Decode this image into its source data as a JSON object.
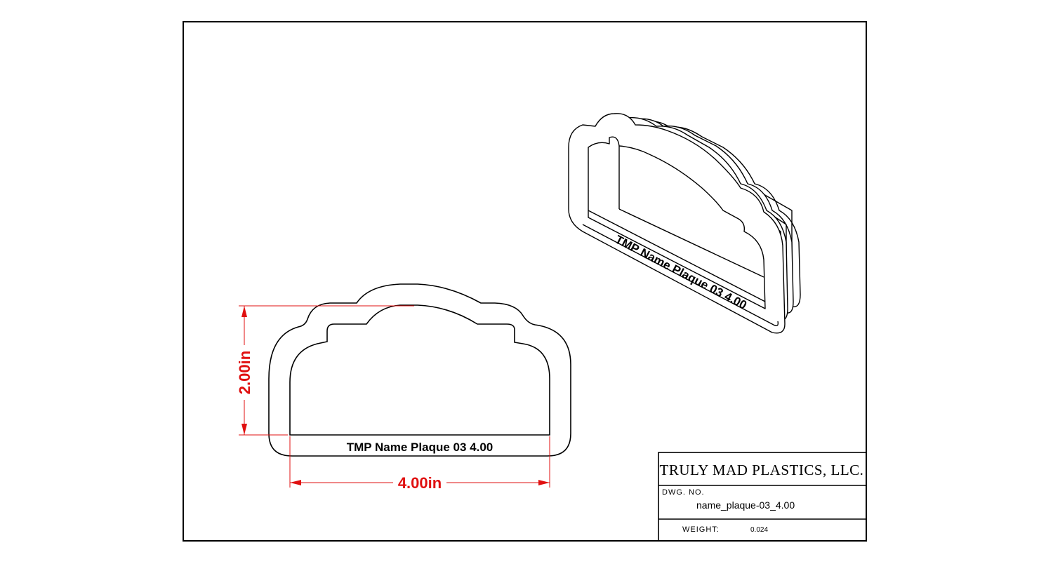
{
  "front_view": {
    "embossed_text": "TMP  Name Plaque 03  4.00"
  },
  "dimensions": {
    "width_label": "4.00in",
    "height_label": "2.00in",
    "color": "#e01010"
  },
  "iso_view": {
    "embossed_text": "TMP  Name Plaque 03  4.00"
  },
  "title_block": {
    "company": "TRULY MAD PLASTICS, LLC.",
    "dwg_no_label": "DWG. NO.",
    "dwg_no_value": "name_plaque-03_4.00",
    "weight_label": "WEIGHT:",
    "weight_value": "0.024"
  }
}
